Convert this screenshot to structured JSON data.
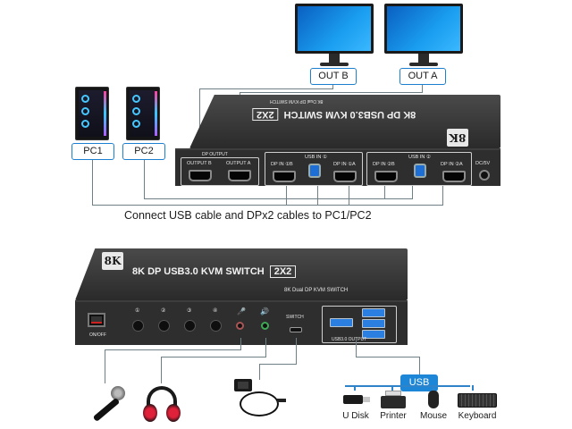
{
  "monitors": {
    "out_b": "OUT B",
    "out_a": "OUT A"
  },
  "pcs": {
    "pc1": "PC1",
    "pc2": "PC2"
  },
  "rear_device": {
    "title": "8K DP USB3.0 KVM SWITCH",
    "badge": "2X2",
    "subtitle": "8K Dual DP KVM SWITCH",
    "logo": "8K",
    "dp_output_group": "DP OUTPUT",
    "output_b": "OUTPUT B",
    "output_a": "OUTPUT A",
    "usb_in_1": "USB IN ①",
    "usb_in_2": "USB IN ②",
    "dp_in_1b": "DP IN ①B",
    "dp_in_1a": "DP IN ①A",
    "dp_in_2b": "DP IN ②B",
    "dp_in_2a": "DP IN ②A",
    "power": "DC/5V"
  },
  "caption": "Connect USB cable and DPx2 cables to PC1/PC2",
  "front_device": {
    "logo": "8K",
    "title": "8K DP USB3.0 KVM SWITCH",
    "badge": "2X2",
    "subtitle": "8K Dual DP KVM SWITCH",
    "on_off": "ON/OFF",
    "switch": "SWITCH",
    "usb_output": "USB3.0 OUTPUT",
    "button_icons": [
      "①",
      "②",
      "③",
      "④"
    ],
    "mic_icon": "🎤",
    "speaker_icon": "🔊"
  },
  "peripherals": {
    "usb_label": "USB",
    "items": [
      "U Disk",
      "Printer",
      "Mouse",
      "Keyboard"
    ]
  },
  "colors": {
    "accent": "#1d86d6",
    "wire": "#6f7f86",
    "device": "#2e2e2e"
  }
}
